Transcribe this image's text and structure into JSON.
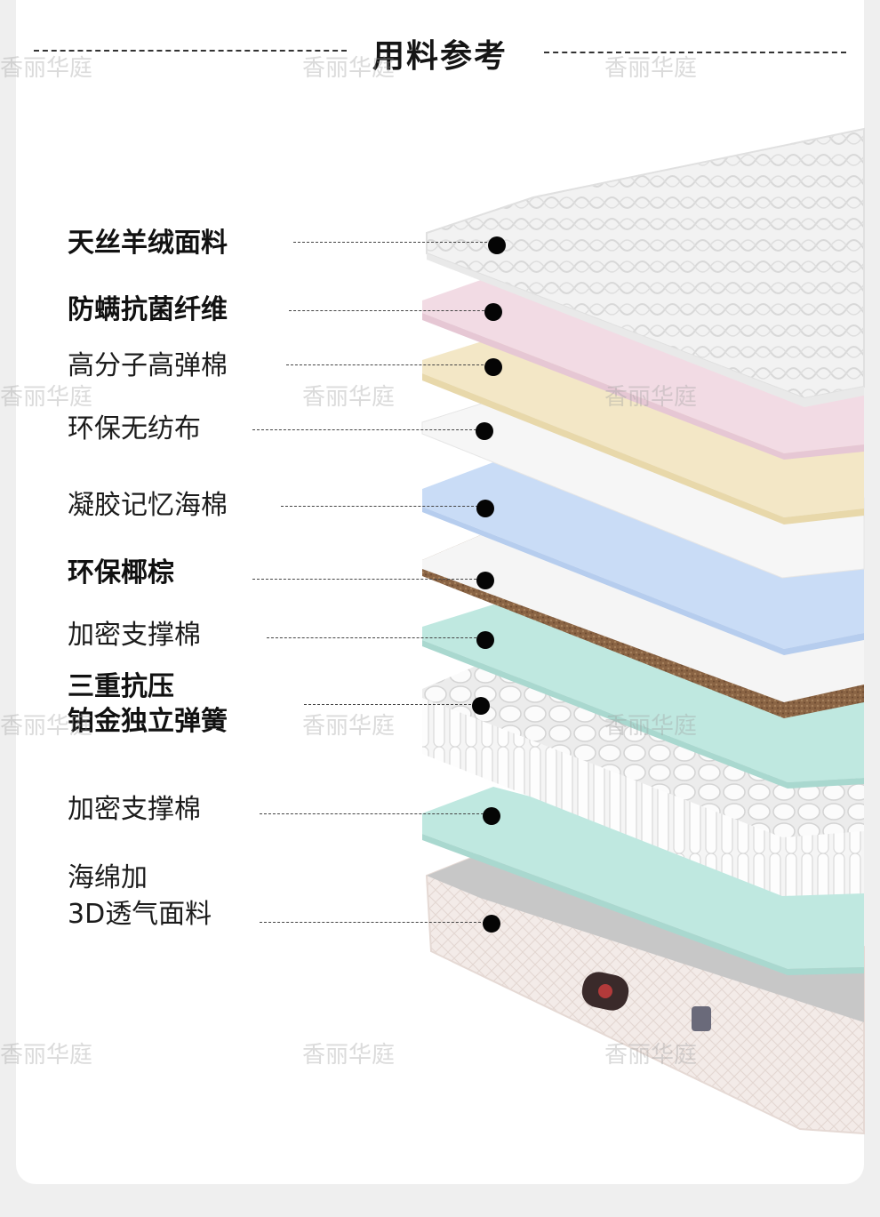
{
  "title": "用料参考",
  "watermark": "香丽华庭",
  "colors": {
    "fabric": "#f4f4f4",
    "pink_fiber": "#f2dbe4",
    "yellow_foam": "#f3e7c6",
    "white_nonwoven": "#f6f6f6",
    "blue_gel": "#c9dcf6",
    "coir_brown": "#8a6444",
    "mint_foam": "#bfe8e0",
    "springs": "#f0f0f0",
    "base_gray": "#c7c7c7"
  },
  "layers": [
    {
      "label": "天丝羊绒面料",
      "bold": true,
      "icon": "fabric-layer"
    },
    {
      "label": "防螨抗菌纤维",
      "bold": true,
      "icon": "fiber-layer"
    },
    {
      "label": "高分子高弹棉",
      "bold": false,
      "icon": "foam-layer"
    },
    {
      "label": "环保无纺布",
      "bold": false,
      "icon": "nonwoven-layer"
    },
    {
      "label": "凝胶记忆海棉",
      "bold": false,
      "icon": "gel-layer"
    },
    {
      "label": "环保椰棕",
      "bold": true,
      "icon": "coir-layer"
    },
    {
      "label": "加密支撑棉",
      "bold": false,
      "icon": "support-layer"
    },
    {
      "label_line1": "三重抗压",
      "label_line2": "铂金独立弹簧",
      "bold": true,
      "icon": "spring-layer"
    },
    {
      "label": "加密支撑棉",
      "bold": false,
      "icon": "support-layer"
    },
    {
      "label_line1": "海绵加",
      "label_line2": "3D透气面料",
      "bold": false,
      "icon": "base-layer"
    }
  ]
}
